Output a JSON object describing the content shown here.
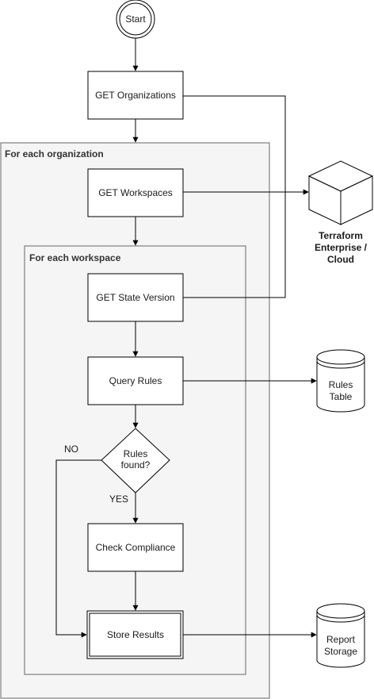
{
  "diagram": {
    "start": "Start",
    "outer_group": "For each organization",
    "inner_group": "For each workspace",
    "nodes": {
      "get_orgs": "GET Organizations",
      "get_workspaces": "GET Workspaces",
      "get_state": "GET State Version",
      "query_rules": "Query Rules",
      "decision_line1": "Rules",
      "decision_line2": "found?",
      "check_compliance": "Check Compliance",
      "store_results": "Store Results"
    },
    "edge_labels": {
      "no": "NO",
      "yes": "YES"
    },
    "external": {
      "terraform_line1": "Terraform",
      "terraform_line2": "Enterprise /",
      "terraform_line3": "Cloud",
      "rules_table_line1": "Rules",
      "rules_table_line2": "Table",
      "report_storage_line1": "Report",
      "report_storage_line2": "Storage"
    },
    "colors": {
      "group_fill": "#f5f5f5",
      "group_stroke": "#666666",
      "stroke": "#000000"
    }
  }
}
